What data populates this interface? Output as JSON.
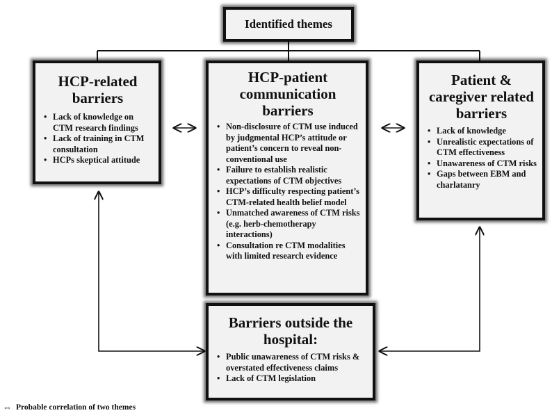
{
  "root": {
    "title": "Identified themes"
  },
  "themes": {
    "hcp": {
      "title": "HCP-related barriers",
      "items": [
        "Lack of knowledge on CTM research findings",
        "Lack of training in CTM consultation",
        "HCPs skeptical attitude"
      ]
    },
    "communication": {
      "title": "HCP-patient communication barriers",
      "items": [
        "Non-disclosure of CTM use induced by judgmental HCP’s attitude or patient’s concern to reveal non-conventional use",
        "Failure to establish realistic expectations of CTM objectives",
        "HCP’s difficulty respecting patient’s CTM-related health belief model",
        "Unmatched awareness of CTM risks (e.g. herb-chemotherapy interactions)",
        "Consultation re CTM modalities with limited research evidence"
      ]
    },
    "patient": {
      "title": "Patient & caregiver related barriers",
      "items": [
        "Lack of knowledge",
        "Unrealistic expectations of CTM effectiveness",
        "Unawareness of CTM risks",
        "Gaps between EBM and charlatanry"
      ]
    },
    "outside": {
      "title": "Barriers outside the hospital:",
      "items": [
        "Public unawareness of CTM risks & overstated effectiveness claims",
        "Lack of CTM legislation"
      ]
    }
  },
  "legend": {
    "symbol": "⇔",
    "text": "Probable correlation of two themes"
  }
}
